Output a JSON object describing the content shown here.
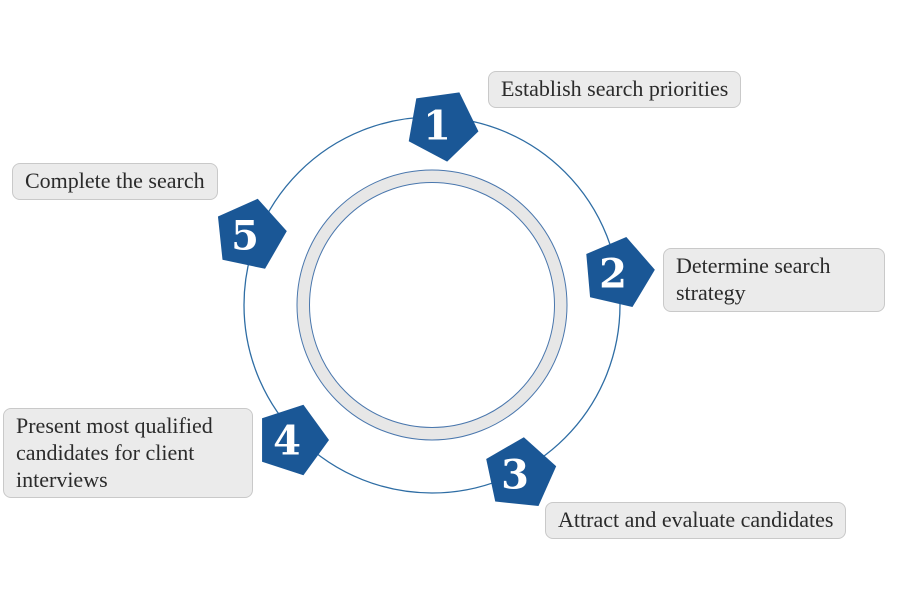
{
  "diagram": {
    "type": "circular-process-cycle",
    "steps": [
      {
        "number": "1",
        "label": "Establish search priorities"
      },
      {
        "number": "2",
        "label": "Determine search strategy"
      },
      {
        "number": "3",
        "label": "Attract and evaluate candidates"
      },
      {
        "number": "4",
        "label": "Present most qualified candidates for client interviews"
      },
      {
        "number": "5",
        "label": "Complete the search"
      }
    ],
    "colors": {
      "pentagon_fill": "#1a5796",
      "outer_circle_stroke": "#2e6da4",
      "inner_ring_fill": "#e7e7e7",
      "inner_ring_edge": "#4a77ad",
      "label_background": "#ebebeb",
      "label_border": "#c9c9c9",
      "label_text": "#2b2b2b",
      "step_number_text": "#ffffff"
    }
  }
}
